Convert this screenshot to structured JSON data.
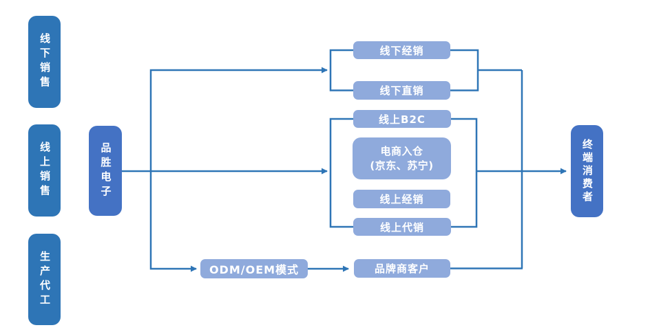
{
  "colors": {
    "category_box": "#2E75B6",
    "endpoint_box": "#4472C4",
    "channel_box": "#8FAADC",
    "connector": "#2E75B6",
    "box_text": "#FFFFFF",
    "background": "#FFFFFF"
  },
  "nodes": {
    "categories": [
      {
        "label": "线下销售"
      },
      {
        "label": "线上销售"
      },
      {
        "label": "生产代工"
      }
    ],
    "company": {
      "label": "品胜电子"
    },
    "consumer": {
      "label": "终端消费者"
    },
    "offline_channels": [
      {
        "label": "线下经销"
      },
      {
        "label": "线下直销"
      }
    ],
    "online_channels": [
      {
        "label": "线上B2C"
      },
      {
        "label": "电商入仓",
        "sub": "(京东、苏宁)"
      },
      {
        "label": "线上经销"
      },
      {
        "label": "线上代销"
      }
    ],
    "oem_mode": {
      "label": "ODM/OEM模式"
    },
    "brand_customer": {
      "label": "品牌商客户"
    }
  }
}
